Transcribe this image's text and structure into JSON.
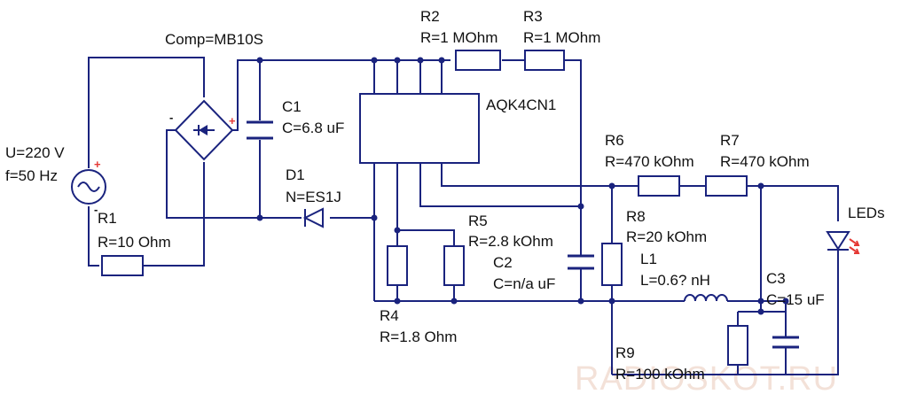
{
  "colors": {
    "wire": "#1a237e",
    "text": "#111111",
    "plus": "#e53935",
    "minus": "#111111",
    "led_arrows": "#e53935",
    "watermark": "#f3e1d8"
  },
  "source": {
    "voltage": "U=220 V",
    "freq": "f=50 Hz",
    "plus": "+",
    "minus": "-"
  },
  "bridge": {
    "label": "Comp=MB10S",
    "minus": "-",
    "plus": "+"
  },
  "components": {
    "r1": {
      "name": "R1",
      "value": "R=10 Ohm"
    },
    "c1": {
      "name": "C1",
      "value": "C=6.8 uF"
    },
    "d1": {
      "name": "D1",
      "value": "N=ES1J"
    },
    "r2": {
      "name": "R2",
      "value": "R=1 MOhm"
    },
    "r3": {
      "name": "R3",
      "value": "R=1 MOhm"
    },
    "ic": {
      "name": "AQK4CN1"
    },
    "r6": {
      "name": "R6",
      "value": "R=470 kOhm"
    },
    "r7": {
      "name": "R7",
      "value": "R=470 kOhm"
    },
    "r5": {
      "name": "R5",
      "value": "R=2.8 kOhm"
    },
    "c2": {
      "name": "C2",
      "value": "C=n/a uF"
    },
    "r8": {
      "name": "R8",
      "value": "R=20 kOhm"
    },
    "l1": {
      "name": "L1",
      "value": "L=0.6? nH"
    },
    "c3": {
      "name": "C3",
      "value": "C=15 uF"
    },
    "r4": {
      "name": "R4",
      "value": "R=1.8 Ohm"
    },
    "r9": {
      "name": "R9",
      "value": "R=100 kOhm"
    },
    "leds": {
      "name": "LEDs"
    }
  },
  "watermark": "RADIOSKOT.RU"
}
